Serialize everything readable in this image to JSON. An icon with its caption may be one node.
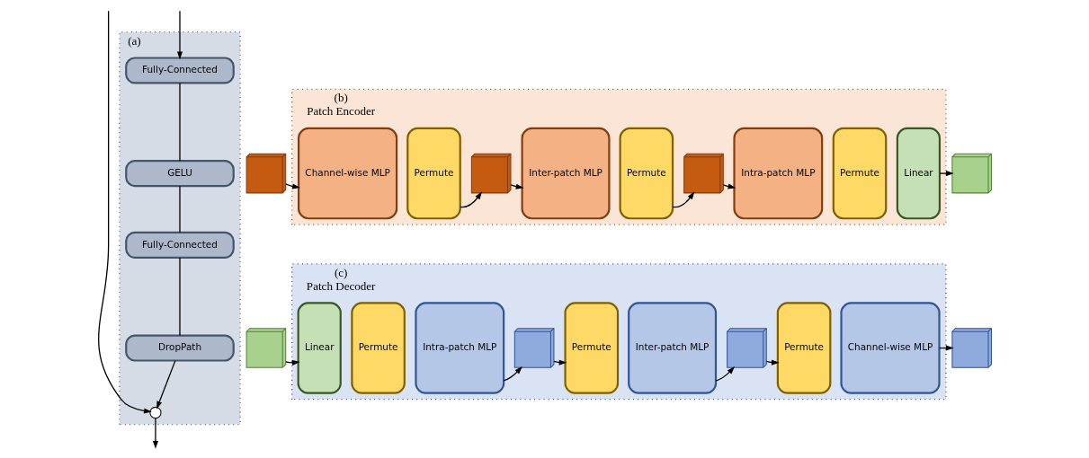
{
  "diagram": {
    "nodes": [
      {
        "text": [
          "(a)"
        ]
      },
      {
        "text": [
          "Fully-Connected"
        ],
        "in": 0
      },
      {
        "text": [
          "GELU"
        ],
        "in": 0
      },
      {
        "text": [
          "Fully-Connected"
        ],
        "in": 0
      },
      {
        "text": [
          "DropPath"
        ],
        "in": 0
      },
      {
        "text": [],
        "shape": "circle",
        "in": 0
      },
      {
        "text": [
          "(b)",
          "Patch Encoder"
        ]
      },
      {
        "text": [],
        "shape": "cube"
      },
      {
        "text": [
          "Channel-wise MLP"
        ],
        "in": 6
      },
      {
        "text": [
          "Permute"
        ],
        "in": 6
      },
      {
        "text": [],
        "shape": "cube",
        "in": 6
      },
      {
        "text": [
          "Inter-patch MLP"
        ],
        "in": 6
      },
      {
        "text": [
          "Permute"
        ],
        "in": 6
      },
      {
        "text": [],
        "shape": "cube",
        "in": 6
      },
      {
        "text": [
          "Intra-patch MLP"
        ],
        "in": 6
      },
      {
        "text": [
          "Permute"
        ],
        "in": 6
      },
      {
        "text": [
          "Linear"
        ],
        "in": 6
      },
      {
        "text": [],
        "shape": "cube"
      },
      {
        "text": [
          "(c)",
          "Patch Decoder"
        ]
      },
      {
        "text": [],
        "shape": "cube"
      },
      {
        "text": [
          "Linear"
        ],
        "in": 18
      },
      {
        "text": [
          "Permute"
        ],
        "in": 18
      },
      {
        "text": [
          "Intra-patch MLP"
        ],
        "in": 18
      },
      {
        "text": [],
        "shape": "cube",
        "in": 18
      },
      {
        "text": [
          "Permute"
        ],
        "in": 18
      },
      {
        "text": [
          "Inter-patch MLP"
        ],
        "in": 18
      },
      {
        "text": [],
        "shape": "cube",
        "in": 18
      },
      {
        "text": [
          "Permute"
        ],
        "in": 18
      },
      {
        "text": [
          "Channel-wise MLP"
        ],
        "in": 18
      },
      {
        "text": [],
        "shape": "cube"
      }
    ],
    "edges": [
      {
        "from": null,
        "to": 1,
        "arrow": "to"
      },
      {
        "from": 1,
        "to": 2,
        "arrow": "none"
      },
      {
        "from": 2,
        "to": 3,
        "arrow": "none"
      },
      {
        "from": 3,
        "to": 4,
        "arrow": "none"
      },
      {
        "from": 4,
        "to": 5,
        "arrow": "to"
      },
      {
        "from": null,
        "to": 5,
        "arrow": "to"
      },
      {
        "from": 5,
        "to": null,
        "arrow": "to"
      },
      {
        "from": 7,
        "to": 8,
        "arrow": "to"
      },
      {
        "from": 9,
        "to": 10,
        "arrow": "to"
      },
      {
        "from": 10,
        "to": 11,
        "arrow": "to"
      },
      {
        "from": 12,
        "to": 13,
        "arrow": "to"
      },
      {
        "from": 13,
        "to": 14,
        "arrow": "to"
      },
      {
        "from": 16,
        "to": 17,
        "arrow": "to"
      },
      {
        "from": 19,
        "to": 20,
        "arrow": "to"
      },
      {
        "from": 22,
        "to": 23,
        "arrow": "to"
      },
      {
        "from": 23,
        "to": 24,
        "arrow": "to"
      },
      {
        "from": 25,
        "to": 26,
        "arrow": "to"
      },
      {
        "from": 26,
        "to": 27,
        "arrow": "to"
      },
      {
        "from": 28,
        "to": 29,
        "arrow": "to"
      }
    ]
  }
}
